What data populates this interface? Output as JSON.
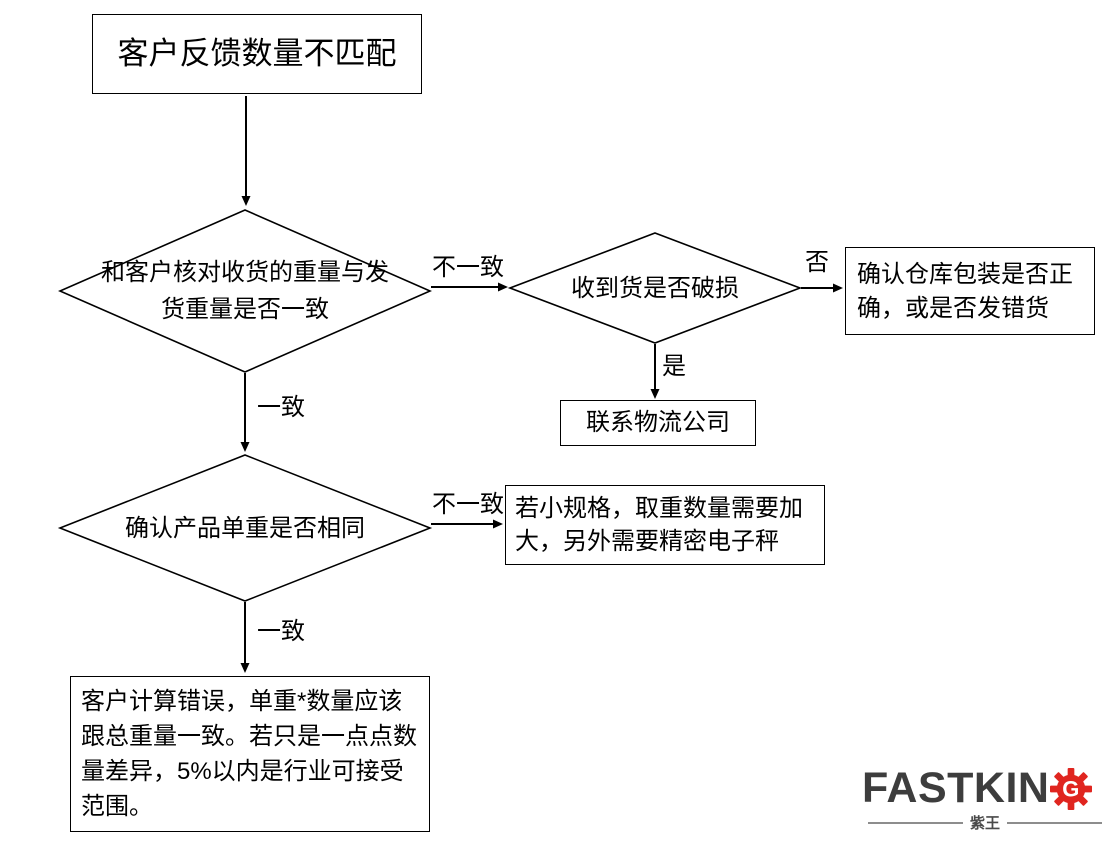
{
  "flowchart": {
    "start_box": "客户反馈数量不匹配",
    "decision_weight": "和客户核对收货的重量与发货重量是否一致",
    "decision_damage": "收到货是否破损",
    "decision_unit_weight": "确认产品单重是否相同",
    "box_warehouse": "确认仓库包装是否正确，或是否发错货",
    "box_logistics": "联系物流公司",
    "box_scale": "若小规格，取重数量需要加大，另外需要精密电子秤",
    "box_calc": "客户计算错误，单重*数量应该跟总重量一致。若只是一点点数量差异，5%以内是行业可接受范围。",
    "labels": {
      "mismatch1": "不一致",
      "match1": "一致",
      "no": "否",
      "yes": "是",
      "mismatch2": "不一致",
      "match2": "一致"
    }
  },
  "logo": {
    "brand_text": "FASTKIN",
    "brand_g": "G",
    "sub_brand": "紫王"
  }
}
